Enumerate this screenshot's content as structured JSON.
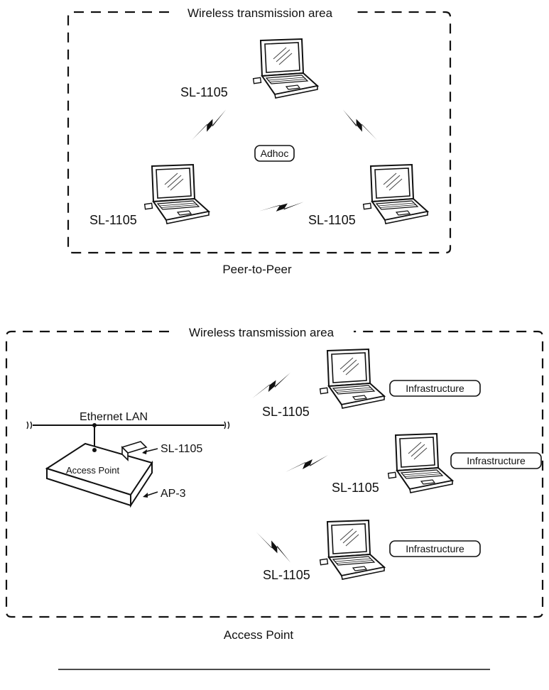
{
  "peer_section": {
    "area_title": "Wireless transmission area",
    "caption": "Peer-to-Peer",
    "mode_tag": "Adhoc",
    "device_labels": [
      "SL-1105",
      "SL-1105",
      "SL-1105"
    ]
  },
  "ap_section": {
    "area_title": "Wireless transmission area",
    "caption": "Access Point",
    "lan_label": "Ethernet LAN",
    "access_point_label": "Access Point",
    "adapter_label": "SL-1105",
    "ap_model_label": "AP-3",
    "mode_tags": [
      "Infrastructure",
      "Infrastructure",
      "Infrastructure"
    ],
    "device_labels": [
      "SL-1105",
      "SL-1105",
      "SL-1105"
    ]
  }
}
